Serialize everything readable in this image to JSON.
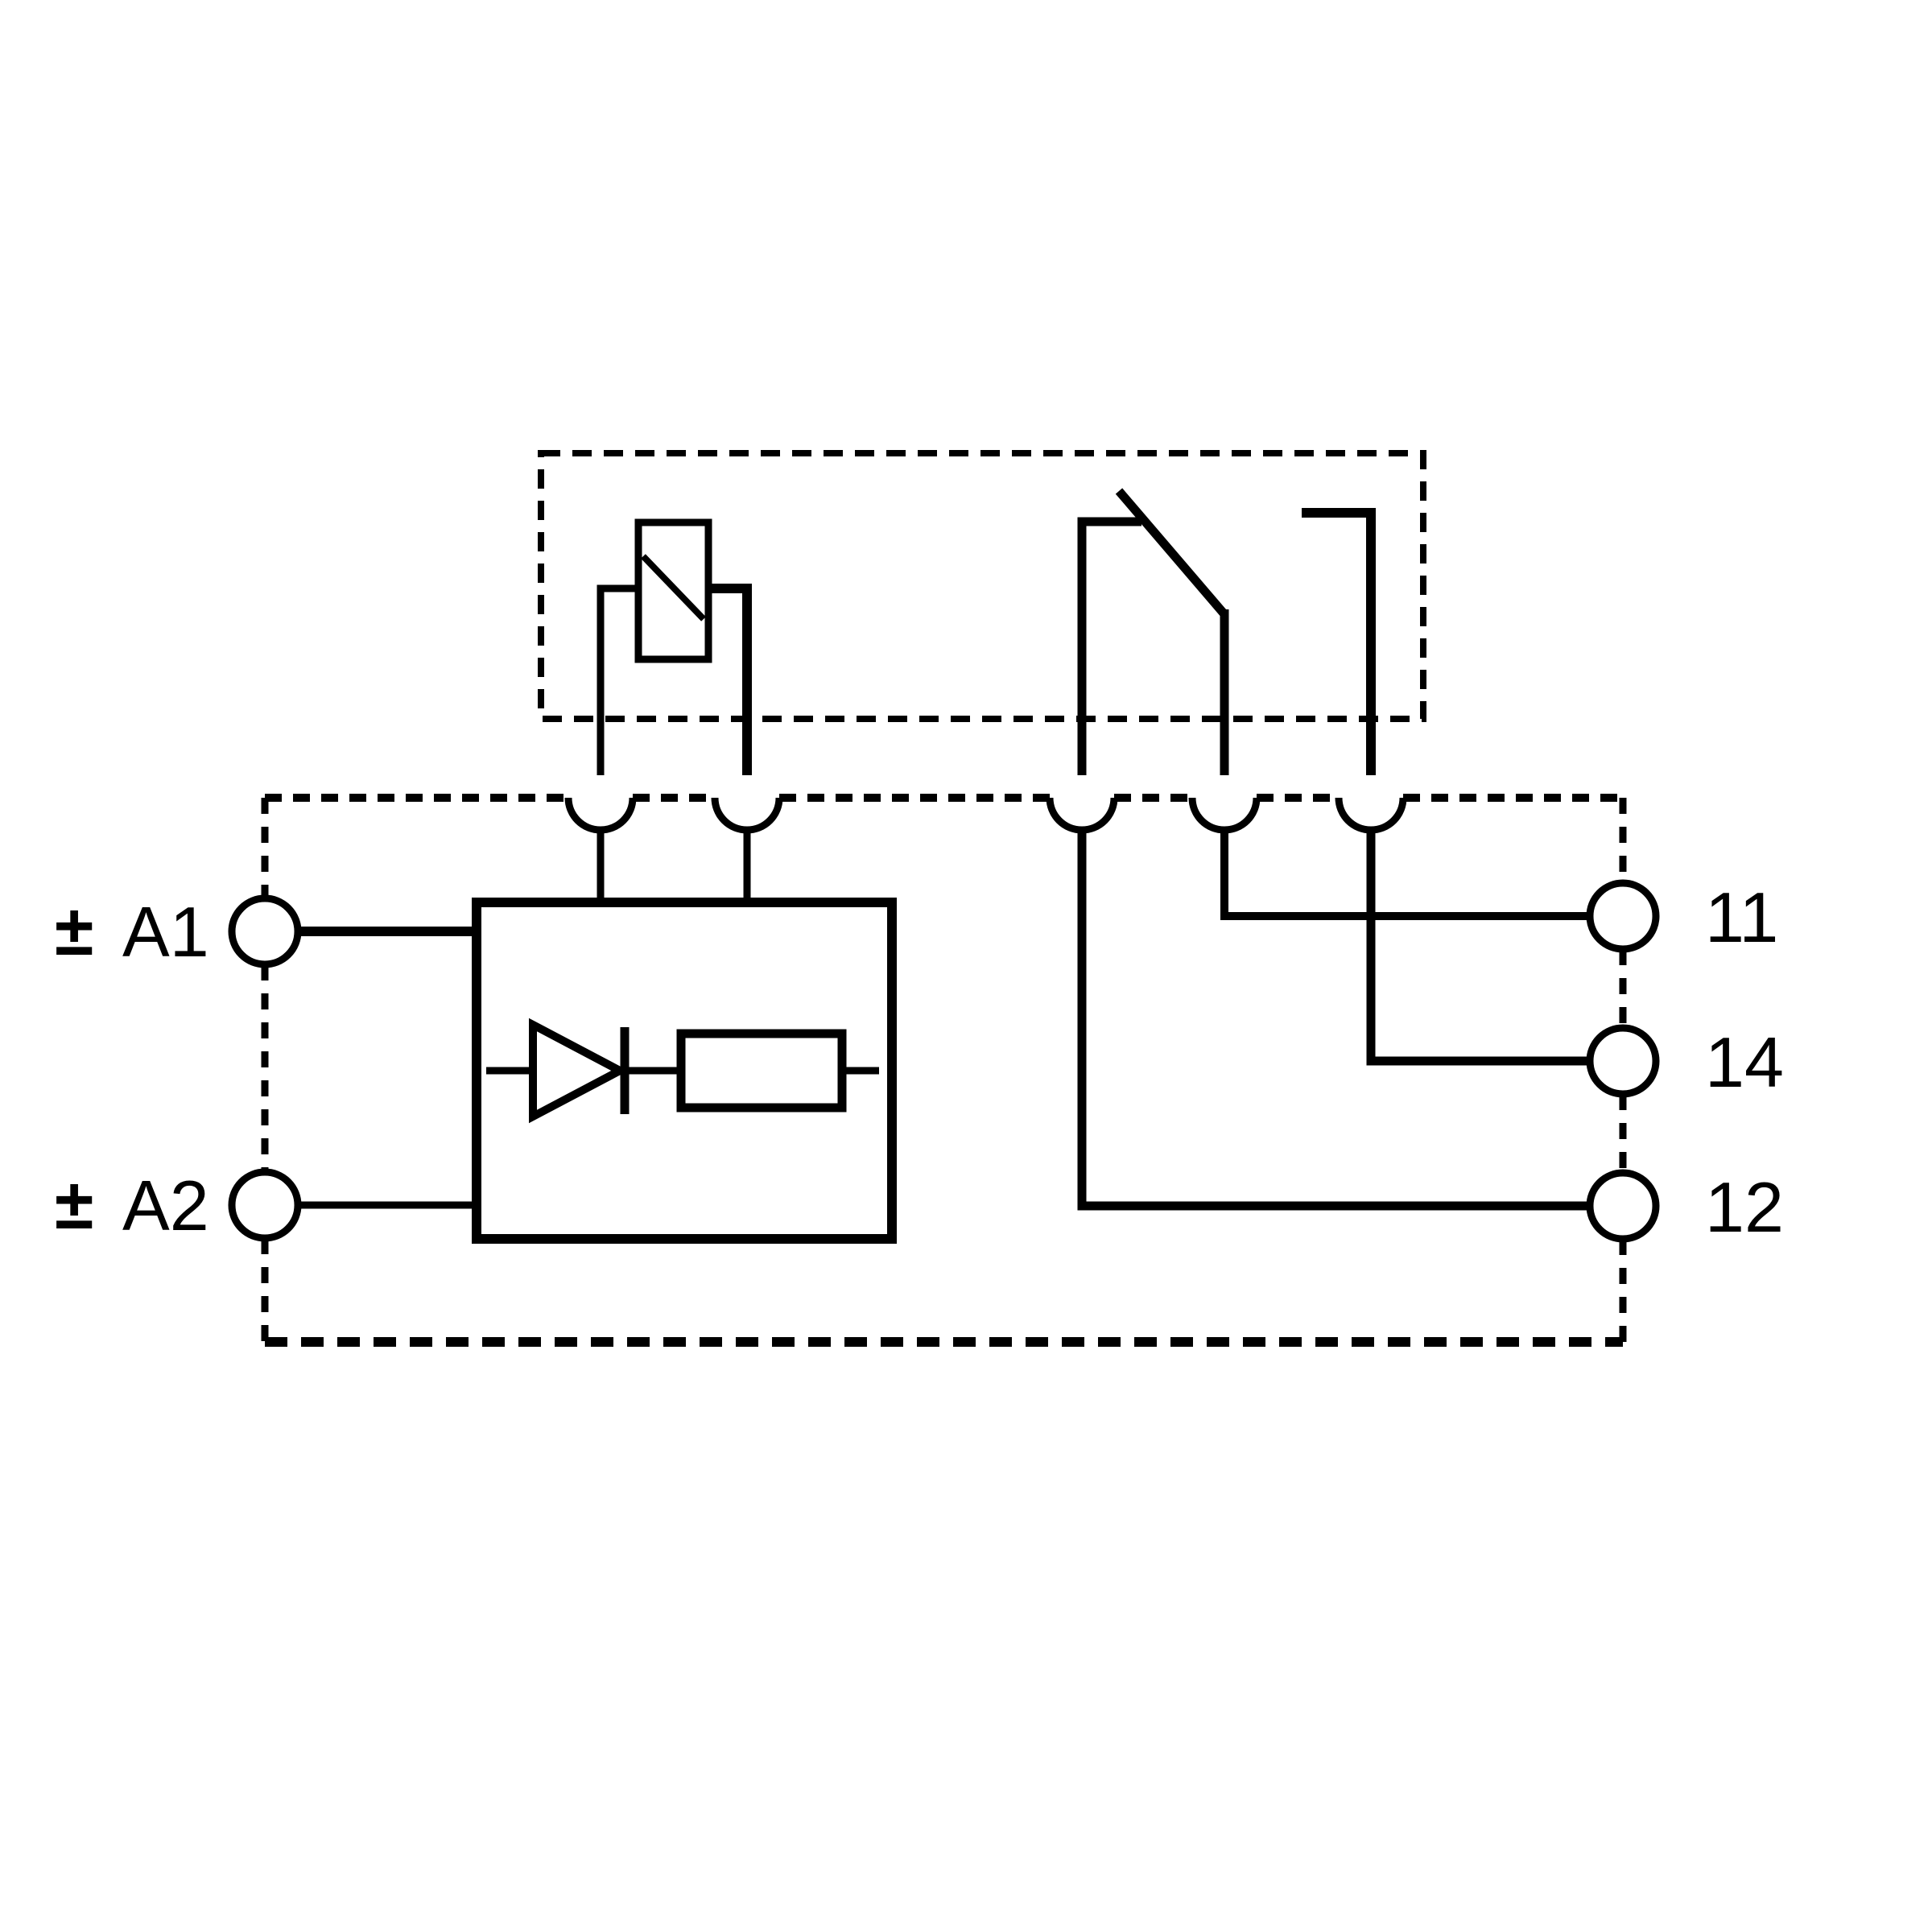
{
  "page": {
    "background": "#ffffff"
  },
  "diagram": {
    "type": "relay-module-wiring-schematic",
    "colors": {
      "line": "#000000",
      "fill": "#ffffff"
    },
    "labels": {
      "polarity": "±",
      "coil_terminal_1": "A1",
      "coil_terminal_2": "A2",
      "contact_common": "11",
      "contact_normally_open": "14",
      "contact_normally_closed": "12"
    },
    "symbols": {
      "relay_outline": "dashed-relay-enclosure",
      "module_outline": "dashed-module-enclosure",
      "coil": "relay-coil-icon",
      "contact": "changeover-contact-icon",
      "diode": "diode-icon",
      "resistor": "resistor-icon",
      "socket_notch": "plug-in-socket-notch-icon",
      "terminal": "screw-terminal-circle-icon"
    }
  }
}
